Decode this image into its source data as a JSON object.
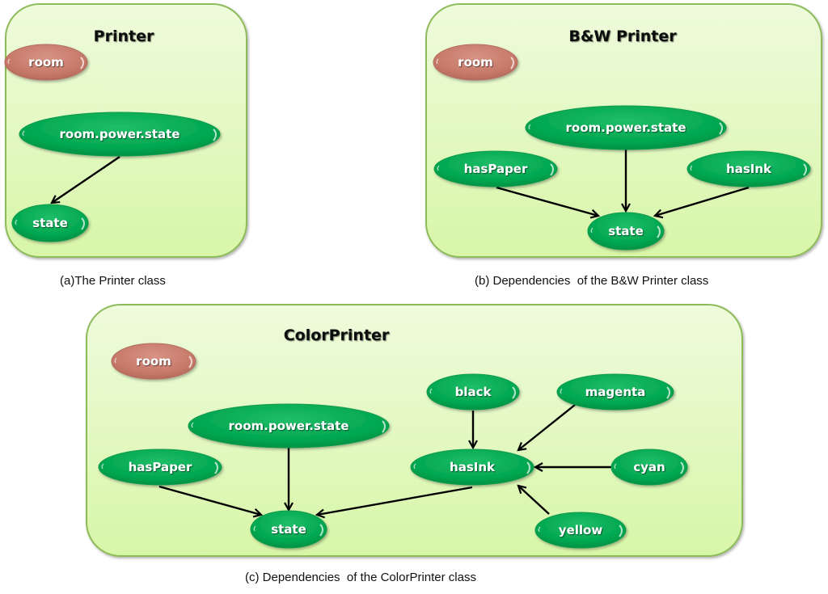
{
  "colors": {
    "box_fill_top": "#eefbdc",
    "box_fill_bottom": "#dcf7b0",
    "box_stroke": "#8dbb5a",
    "node_green": "#00a84f",
    "node_green_light": "#3ccb7c",
    "node_room": "#c87a6c",
    "node_room_light": "#daa093",
    "edge": "#000000"
  },
  "panels": [
    {
      "id": "a",
      "title": "Printer",
      "caption": "(a)The Printer class",
      "nodes": [
        {
          "id": "room",
          "label": "room",
          "kind": "room"
        },
        {
          "id": "rps",
          "label": "room.power.state",
          "kind": "var"
        },
        {
          "id": "state",
          "label": "state",
          "kind": "var"
        }
      ],
      "edges": [
        {
          "from": "rps",
          "to": "state"
        }
      ]
    },
    {
      "id": "b",
      "title": "B&W Printer",
      "caption": "(b) Dependencies  of the B&W Printer class",
      "nodes": [
        {
          "id": "room",
          "label": "room",
          "kind": "room"
        },
        {
          "id": "rps",
          "label": "room.power.state",
          "kind": "var"
        },
        {
          "id": "hasPaper",
          "label": "hasPaper",
          "kind": "var"
        },
        {
          "id": "hasInk",
          "label": "hasInk",
          "kind": "var"
        },
        {
          "id": "state",
          "label": "state",
          "kind": "var"
        }
      ],
      "edges": [
        {
          "from": "hasPaper",
          "to": "state"
        },
        {
          "from": "rps",
          "to": "state"
        },
        {
          "from": "hasInk",
          "to": "state"
        }
      ]
    },
    {
      "id": "c",
      "title": "ColorPrinter",
      "caption": "(c) Dependencies  of the ColorPrinter class",
      "nodes": [
        {
          "id": "room",
          "label": "room",
          "kind": "room"
        },
        {
          "id": "rps",
          "label": "room.power.state",
          "kind": "var"
        },
        {
          "id": "hasPaper",
          "label": "hasPaper",
          "kind": "var"
        },
        {
          "id": "state",
          "label": "state",
          "kind": "var"
        },
        {
          "id": "black",
          "label": "black",
          "kind": "var"
        },
        {
          "id": "magenta",
          "label": "magenta",
          "kind": "var"
        },
        {
          "id": "hasInk",
          "label": "hasInk",
          "kind": "var"
        },
        {
          "id": "cyan",
          "label": "cyan",
          "kind": "var"
        },
        {
          "id": "yellow",
          "label": "yellow",
          "kind": "var"
        }
      ],
      "edges": [
        {
          "from": "hasPaper",
          "to": "state"
        },
        {
          "from": "rps",
          "to": "state"
        },
        {
          "from": "hasInk",
          "to": "state"
        },
        {
          "from": "black",
          "to": "hasInk"
        },
        {
          "from": "magenta",
          "to": "hasInk"
        },
        {
          "from": "cyan",
          "to": "hasInk"
        },
        {
          "from": "yellow",
          "to": "hasInk"
        }
      ]
    }
  ]
}
